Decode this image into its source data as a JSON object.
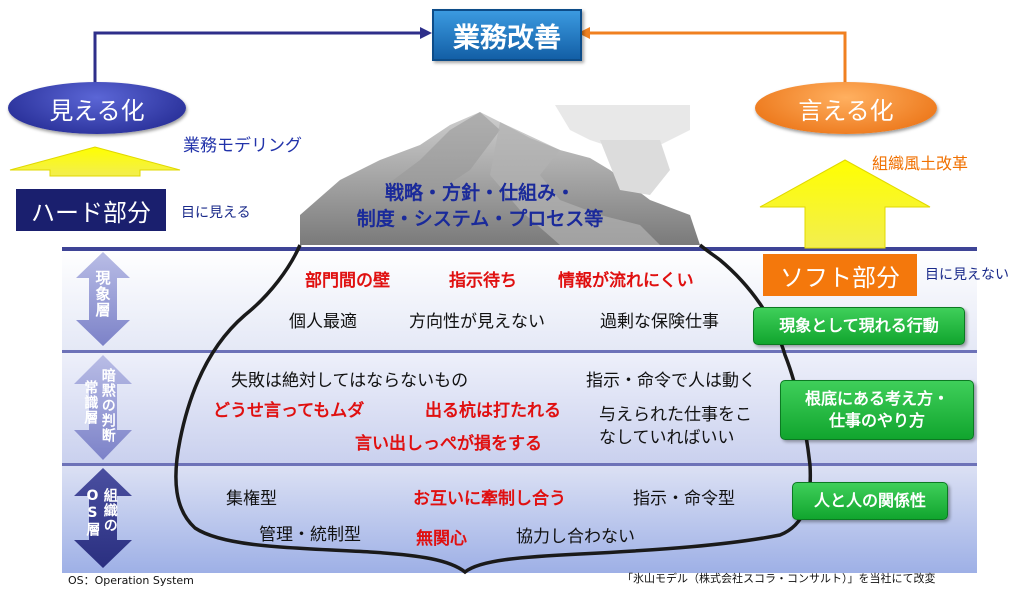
{
  "title": "業務改善",
  "left": {
    "oval": "見える化",
    "sub": "業務モデリング",
    "box": "ハード部分",
    "note": "目に見える"
  },
  "right": {
    "oval": "言える化",
    "sub": "組織風土改革",
    "box": "ソフト部分",
    "note": "目に見えない"
  },
  "peak": {
    "line1": "戦略・方針・仕組み・",
    "line2": "制度・システム・プロセス等"
  },
  "layers": {
    "phenomenon": {
      "label": "現象層",
      "red": [
        "部門間の壁",
        "指示待ち",
        "情報が流れにくい"
      ],
      "black": [
        "個人最適",
        "方向性が見えない",
        "過剰な保険仕事"
      ],
      "box": "現象として現れる行動"
    },
    "tacit": {
      "label_line1": "暗黙の判断",
      "label_line2": "常識層",
      "black": [
        "失敗は絶対してはならないもの",
        "指示・命令で人は動く",
        "与えられた仕事をこ",
        "なしていればいい"
      ],
      "red": [
        "どうせ言ってもムダ",
        "出る杭は打たれる",
        "言い出しっぺが損をする"
      ],
      "box_line1": "根底にある考え方・",
      "box_line2": "仕事のやり方"
    },
    "org_os": {
      "label_line1": "組織の",
      "label_line2": "OS層",
      "black": [
        "集権型",
        "指示・命令型",
        "管理・統制型",
        "協力し合わない"
      ],
      "red": [
        "お互いに牽制し合う",
        "無関心"
      ],
      "box": "人と人の関係性"
    }
  },
  "footer": {
    "left": "OS：Operation System",
    "right": "「氷山モデル（株式会社スコラ・コンサルト）」を当社にて改変"
  },
  "colors": {
    "title_bg": "#1e7cc6",
    "left_oval": "#27319a",
    "right_oval": "#f07410",
    "green_box": "#1bb53a",
    "divider": "#3e4496",
    "red_text": "#e01010"
  }
}
